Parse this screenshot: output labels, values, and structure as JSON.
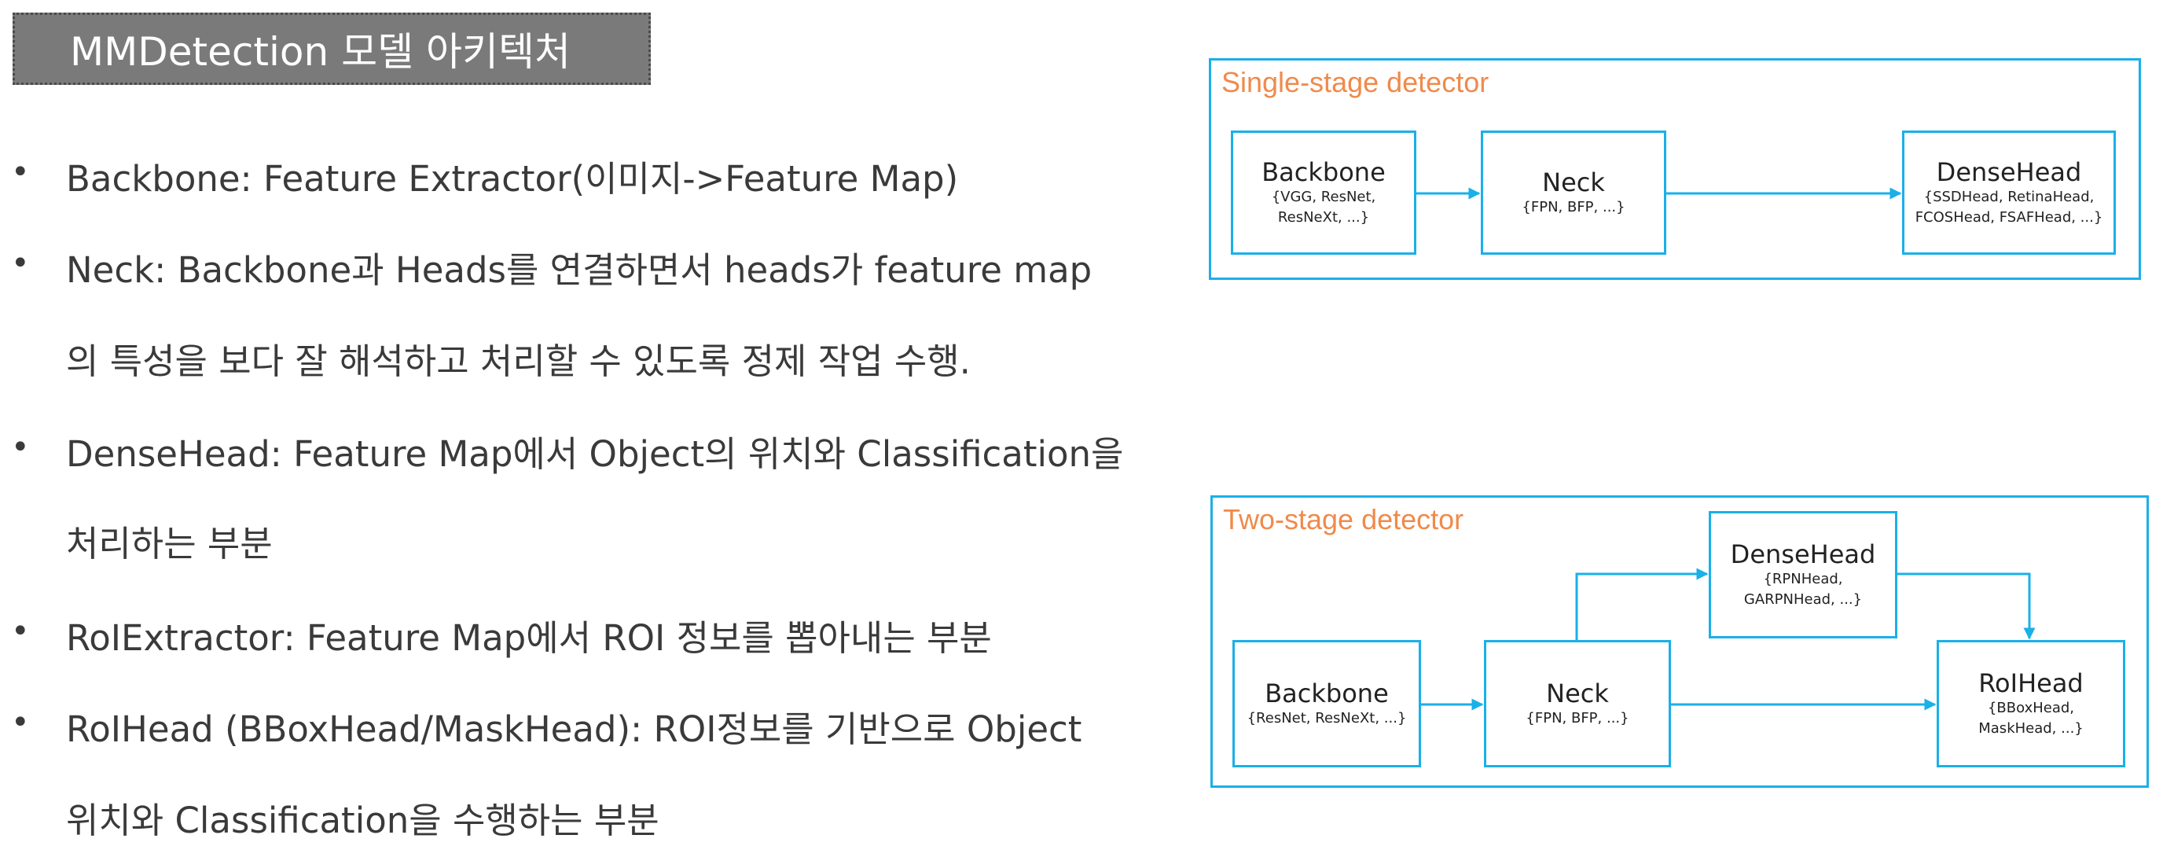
{
  "title": "MMDetection 모델 아키텍처",
  "bullets": [
    {
      "lines": [
        "Backbone: Feature Extractor(이미지->Feature Map)"
      ]
    },
    {
      "lines": [
        "Neck: Backbone과 Heads를 연결하면서 heads가 feature map",
        "의 특성을 보다 잘 해석하고 처리할 수 있도록 정제 작업 수행."
      ]
    },
    {
      "lines": [
        "DenseHead: Feature Map에서 Object의 위치와 Classification을",
        "처리하는 부분"
      ]
    },
    {
      "lines": [
        "RoIExtractor: Feature Map에서 ROI 정보를 뽑아내는 부분"
      ]
    },
    {
      "lines": [
        "RoIHead (BBoxHead/MaskHead): ROI정보를 기반으로 Object",
        "위치와 Classification을 수행하는 부분"
      ]
    }
  ],
  "bullet_symbol": "•",
  "single_stage": {
    "title": "Single-stage detector",
    "nodes": {
      "backbone": {
        "name": "Backbone",
        "sub": "{VGG, ResNet,\nResNeXt, ...}"
      },
      "neck": {
        "name": "Neck",
        "sub": "{FPN, BFP, ...}"
      },
      "densehead": {
        "name": "DenseHead",
        "sub": "{SSDHead, RetinaHead,\nFCOSHead, FSAFHead, ...}"
      }
    }
  },
  "two_stage": {
    "title": "Two-stage detector",
    "nodes": {
      "backbone": {
        "name": "Backbone",
        "sub": "{ResNet, ResNeXt, ...}"
      },
      "neck": {
        "name": "Neck",
        "sub": "{FPN, BFP, ...}"
      },
      "densehead": {
        "name": "DenseHead",
        "sub": "{RPNHead,\nGARPNHead, ...}"
      },
      "roihead": {
        "name": "RoIHead",
        "sub": "{BBoxHead,\nMaskHead, ...}"
      }
    }
  },
  "colors": {
    "accent": "#1ab0e8",
    "diagram_title": "#f08a4b",
    "title_bg": "#7a7a7a",
    "text": "#3a3a3a"
  }
}
